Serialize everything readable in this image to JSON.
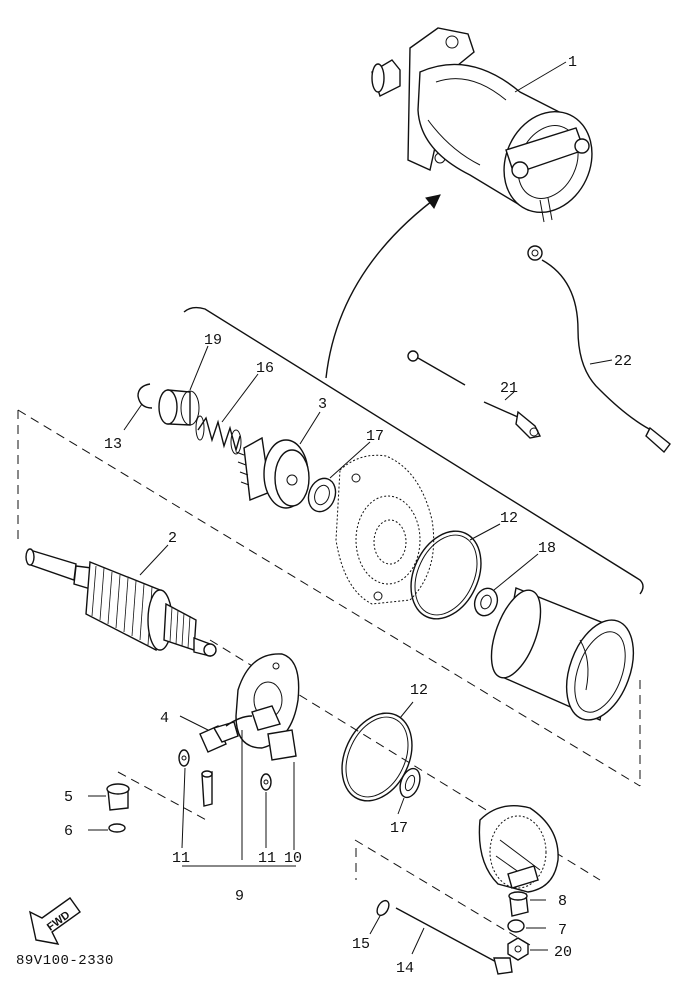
{
  "diagram": {
    "drawing_code": "89V100-2330",
    "fwd_label": "FWD",
    "callouts": {
      "c1": "1",
      "c2": "2",
      "c3": "3",
      "c4": "4",
      "c5": "5",
      "c6": "6",
      "c7": "7",
      "c8": "8",
      "c9": "9",
      "c10": "10",
      "c11a": "11",
      "c11b": "11",
      "c12a": "12",
      "c12b": "12",
      "c13": "13",
      "c14": "14",
      "c15": "15",
      "c16": "16",
      "c17a": "17",
      "c17b": "17",
      "c18": "18",
      "c19": "19",
      "c20": "20",
      "c21": "21",
      "c22": "22"
    }
  }
}
